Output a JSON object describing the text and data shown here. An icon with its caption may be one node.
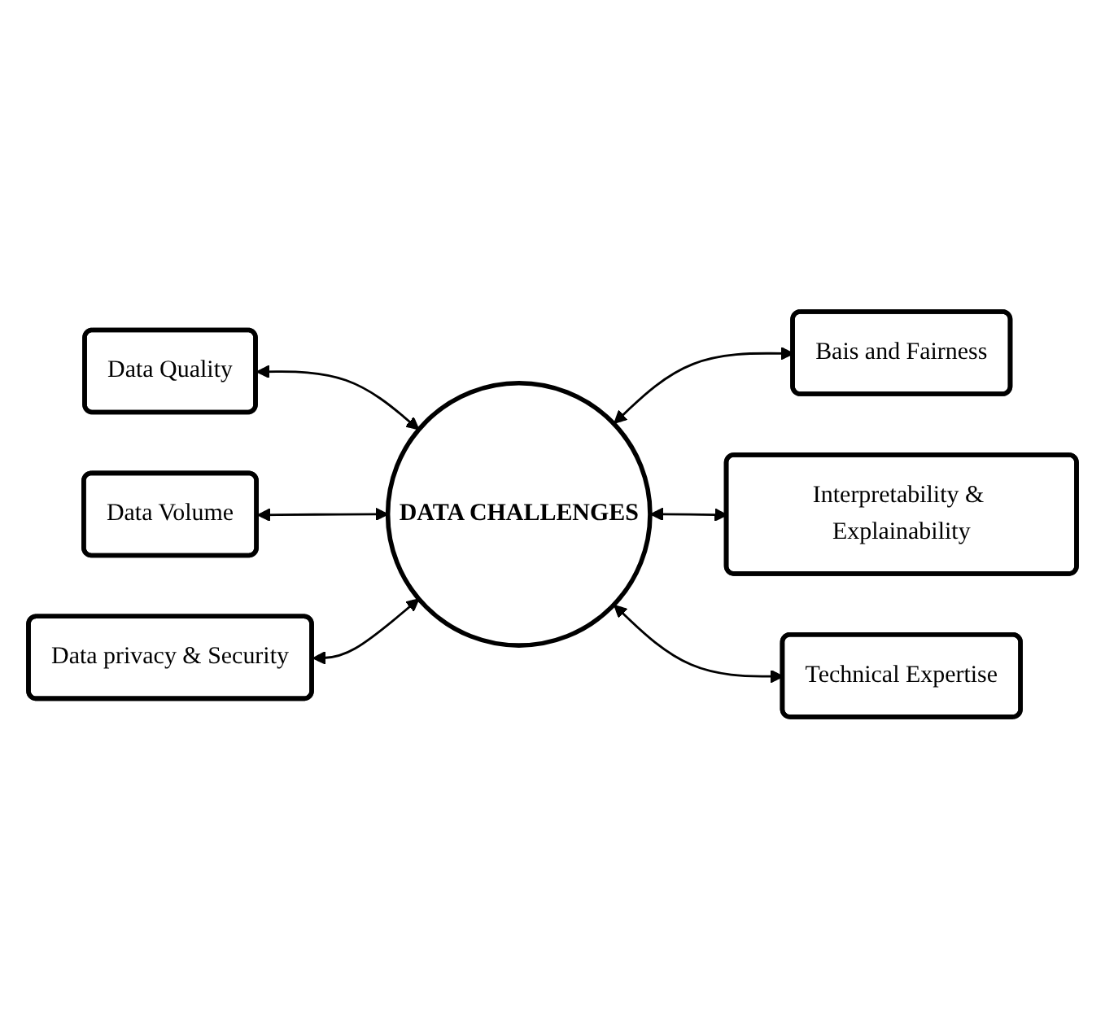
{
  "diagram": {
    "nodes": [
      {
        "text": [
          "DATA CHALLENGES"
        ]
      },
      {
        "text": [
          "Data Quality"
        ]
      },
      {
        "text": [
          "Data Volume"
        ]
      },
      {
        "text": [
          "Data privacy & Security"
        ]
      },
      {
        "text": [
          "Bais and Fairness"
        ]
      },
      {
        "text": [
          "Interpretability & Explainability"
        ]
      },
      {
        "text": [
          "Technical Expertise"
        ]
      }
    ],
    "edges": [
      {
        "from": 1,
        "to": 0,
        "arrow": "both"
      },
      {
        "from": 2,
        "to": 0,
        "arrow": "both"
      },
      {
        "from": 3,
        "to": 0,
        "arrow": "both"
      },
      {
        "from": 0,
        "to": 4,
        "arrow": "both"
      },
      {
        "from": 0,
        "to": 5,
        "arrow": "both"
      },
      {
        "from": 0,
        "to": 6,
        "arrow": "both"
      }
    ]
  }
}
